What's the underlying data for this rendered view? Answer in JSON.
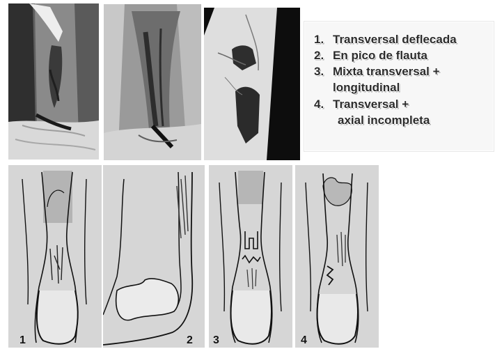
{
  "legend": {
    "items": [
      {
        "num": "1.",
        "line1": "Transversal deflecada",
        "line2": ""
      },
      {
        "num": "2.",
        "line1": "En pico de flauta",
        "line2": ""
      },
      {
        "num": "3.",
        "line1": "Mixta transversal +",
        "line2": "longitudinal"
      },
      {
        "num": "4.",
        "line1": "Transversal +",
        "line2": "axial incompleta"
      }
    ]
  },
  "sketches": {
    "labels": [
      "1",
      "2",
      "3",
      "4"
    ]
  },
  "colors": {
    "legend_text": "#2b2b2b",
    "legend_background": "#f7f7f7",
    "sketch_background": "#d8d8d8",
    "photo_background": "#6f6f6f"
  }
}
